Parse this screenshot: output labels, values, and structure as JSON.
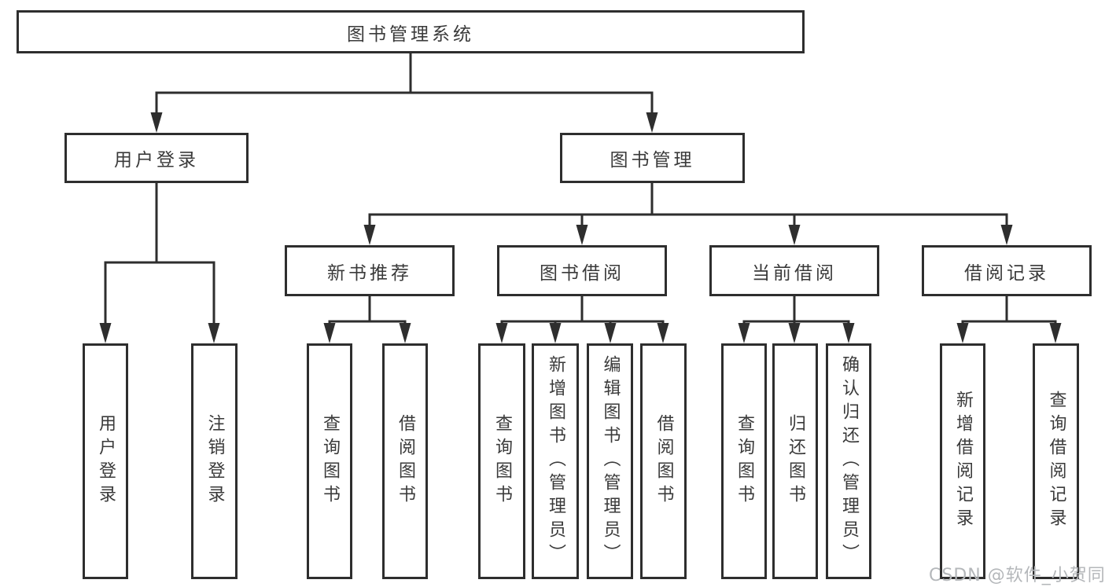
{
  "diagram": {
    "type": "hierarchy-tree",
    "orientation": "top-down",
    "tree": {
      "root": {
        "label": "图书管理系统"
      },
      "level2": [
        {
          "label": "用户登录",
          "children_of": "root"
        },
        {
          "label": "图书管理",
          "children_of": "root"
        }
      ],
      "level3": [
        {
          "label": "新书推荐",
          "children_of": "图书管理"
        },
        {
          "label": "图书借阅",
          "children_of": "图书管理"
        },
        {
          "label": "当前借阅",
          "children_of": "图书管理"
        },
        {
          "label": "借阅记录",
          "children_of": "图书管理"
        }
      ],
      "leaves": [
        {
          "label": "用户登录",
          "children_of": "用户登录"
        },
        {
          "label": "注销登录",
          "children_of": "用户登录"
        },
        {
          "label": "查询图书",
          "children_of": "新书推荐"
        },
        {
          "label": "借阅图书",
          "children_of": "新书推荐"
        },
        {
          "label": "查询图书",
          "children_of": "图书借阅"
        },
        {
          "label": "新增图书（管理员）",
          "children_of": "图书借阅"
        },
        {
          "label": "编辑图书（管理员）",
          "children_of": "图书借阅"
        },
        {
          "label": "借阅图书",
          "children_of": "图书借阅"
        },
        {
          "label": "查询图书",
          "children_of": "当前借阅"
        },
        {
          "label": "归还图书",
          "children_of": "当前借阅"
        },
        {
          "label": "确认归还（管理员）",
          "children_of": "当前借阅"
        },
        {
          "label": "新增借阅记录",
          "children_of": "借阅记录"
        },
        {
          "label": "查询借阅记录",
          "children_of": "借阅记录"
        }
      ]
    },
    "colors": {
      "line": "#2e2e2e",
      "box_border": "#2e2e2e",
      "box_background": "#ffffff",
      "text": "#3a3a3a",
      "watermark": "#b4b7ba"
    }
  },
  "watermark": {
    "text": "CSDN @软件_小贺同学"
  }
}
